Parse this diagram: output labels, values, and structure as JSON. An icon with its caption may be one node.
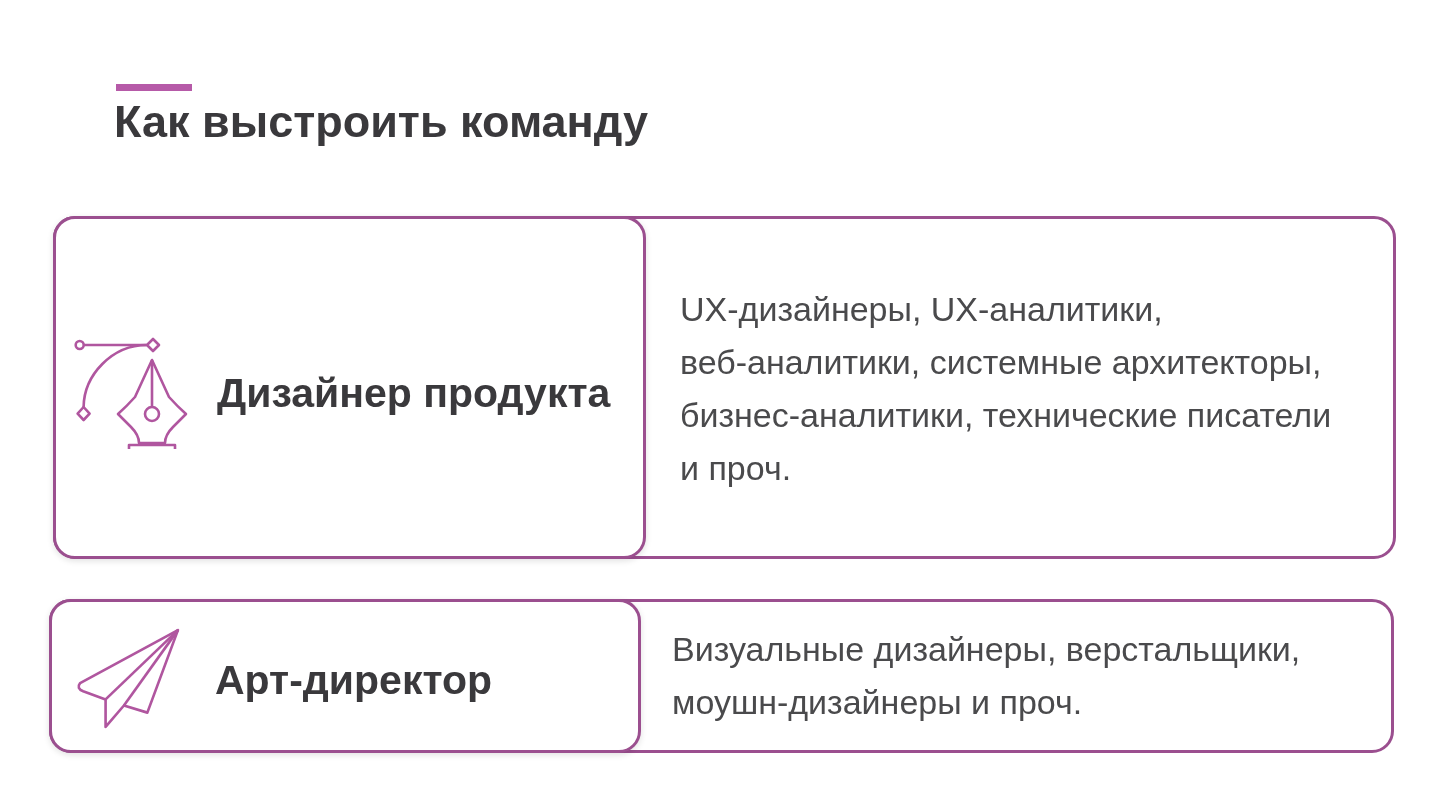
{
  "diagram": {
    "title": "Как выстроить команду",
    "nodes": [
      {
        "text": [
          "UX-дизайнеры, UX-аналитики, веб-аналитики, системные архитекторы, бизнес-аналитики, технические писатели и проч."
        ]
      },
      {
        "text": [
          "Дизайнер продукта"
        ],
        "in": 0
      },
      {
        "text": [
          "Визуальные дизайнеры, верстальщики, моушн-дизайнеры и проч."
        ]
      },
      {
        "text": [
          "Арт-директор"
        ],
        "in": 2
      }
    ]
  }
}
